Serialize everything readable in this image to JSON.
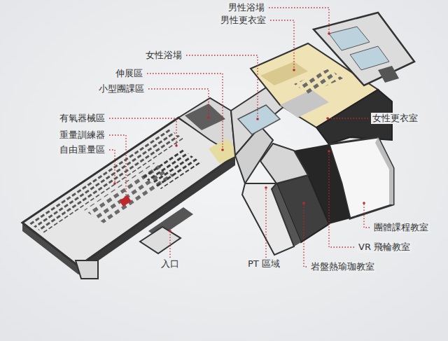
{
  "diagram": {
    "labels": [
      "男性浴場",
      "男性更衣室",
      "女性浴場",
      "伸展區",
      "小型團課區",
      "女性更衣室",
      "有氧器械區",
      "重量訓練器",
      "自由重量區",
      "團體課程教室",
      "VR 飛輪教室",
      "入口",
      "PT 區域",
      "岩盤熱瑜珈教室"
    ]
  }
}
